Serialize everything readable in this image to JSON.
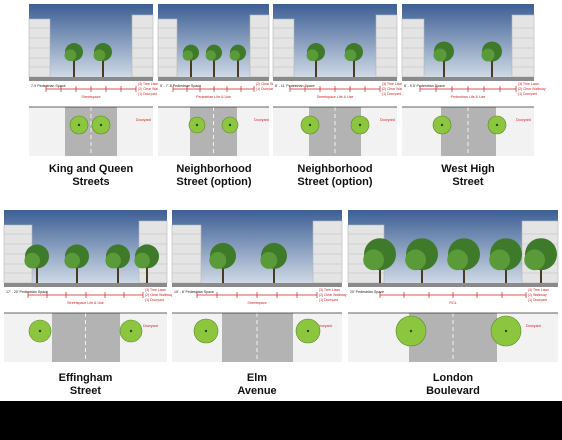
{
  "panels": [
    {
      "id": "king-queen",
      "title_line1": "King and Queen",
      "title_line2": "Streets",
      "top_note": "7-9 Pedestrian Space",
      "label_a": "(3) Tree Lawn / Parking",
      "label_b": "(2) Clear Walkway",
      "label_c": "(1) Dooryard",
      "row_label": "Streetspace",
      "row_label2": "Dooryard"
    },
    {
      "id": "neighborhood-1",
      "title_line1": "Neighborhood",
      "title_line2": "Street (option)",
      "top_note": "5' - 7'-8 Pedestrian Space",
      "label_a": "(2) Clear Walkway",
      "label_b": "(1) Dooryard",
      "label_c": "",
      "row_label": "Pedestrian Life & Use",
      "row_label2": "Dooryard"
    },
    {
      "id": "neighborhood-2",
      "title_line1": "Neighborhood",
      "title_line2": "Street (option)",
      "top_note": "8' - 11' Pedestrian Space",
      "label_a": "(3) Tree Lawn",
      "label_b": "(2) Clear Walkway",
      "label_c": "(1) Dooryard",
      "row_label": "Streetspace Life & Use",
      "row_label2": "Dooryard"
    },
    {
      "id": "west-high",
      "title_line1": "West High",
      "title_line2": "Street",
      "top_note": "8' - 9.5' Pedestrian Space",
      "label_a": "(3) Tree Lawn",
      "label_b": "(2) Clear Walkway",
      "label_c": "(1) Dooryard",
      "row_label": "Pedestrian Life & Use",
      "row_label2": "Dooryard"
    },
    {
      "id": "effingham",
      "title_line1": "Effingham",
      "title_line2": "Street",
      "top_note": "17' - 20' Pedestrian Space",
      "label_a": "(3) Tree Lawn",
      "label_b": "(2) Clear Walkway",
      "label_c": "(1) Dooryard",
      "row_label": "Streetspace Life & Use",
      "row_label2": "Dooryard"
    },
    {
      "id": "elm",
      "title_line1": "Elm",
      "title_line2": "Avenue",
      "top_note": "10' - 8' Pedestrian Space",
      "label_a": "(3) Tree Lawn",
      "label_b": "(2) Clear Walkway",
      "label_c": "(1) Dooryard",
      "row_label": "Streetspace",
      "row_label2": "Dooryard"
    },
    {
      "id": "london",
      "title_line1": "London",
      "title_line2": "Boulevard",
      "top_note": "25' Pedestrian Space",
      "label_a": "(3) Tree Lawn",
      "label_b": "(2) Walkway",
      "label_c": "(1) Dooryard",
      "row_label": "ROL",
      "row_label2": "Dooryard"
    }
  ],
  "colors": {
    "sky": "#5d7fb0",
    "tree": "#3f7a2a",
    "building": "#e4e4e4",
    "road": "#9a9a9a",
    "lawn": "#8cc63f",
    "annot": "#d21f1f",
    "footer": "#000000"
  }
}
